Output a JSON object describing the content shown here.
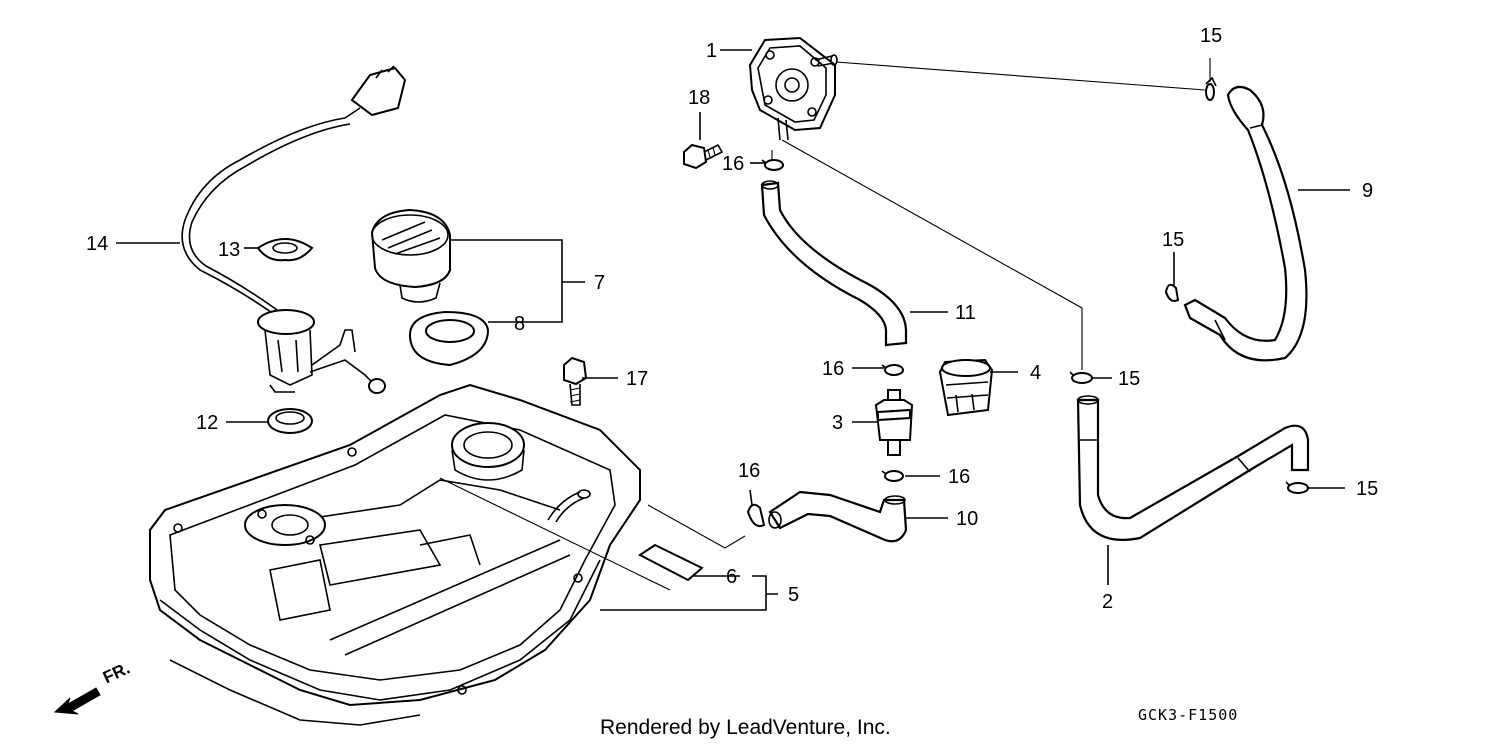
{
  "diagram_code": "GCK3-F1500",
  "credit": "Rendered by LeadVenture, Inc.",
  "direction_marker": "FR.",
  "callouts": {
    "c1": "1",
    "c2": "2",
    "c3": "3",
    "c4": "4",
    "c5": "5",
    "c6": "6",
    "c7": "7",
    "c8": "8",
    "c9": "9",
    "c10": "10",
    "c11": "11",
    "c12": "12",
    "c13": "13",
    "c14": "14",
    "c15a": "15",
    "c15b": "15",
    "c15c": "15",
    "c15d": "15",
    "c16a": "16",
    "c16b": "16",
    "c16c": "16",
    "c16d": "16",
    "c17": "17",
    "c18": "18"
  }
}
